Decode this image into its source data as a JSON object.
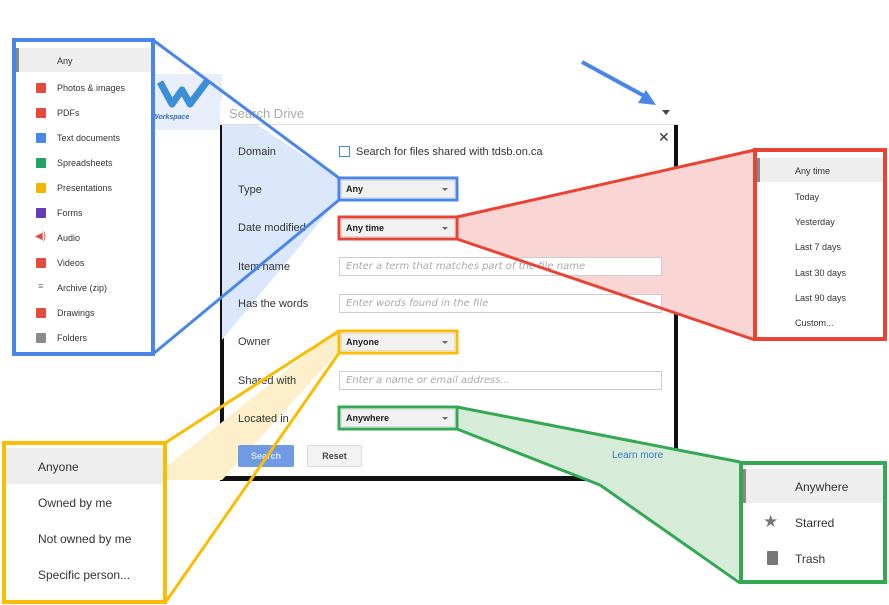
{
  "logo": {
    "text": "Workspace"
  },
  "search_bar": {
    "placeholder": "Search Drive"
  },
  "dialog": {
    "close_label": "✕",
    "domain": {
      "label": "Domain",
      "checkbox_label": "Search for files shared with tdsb.on.ca",
      "checked": false
    },
    "type": {
      "label": "Type",
      "value": "Any"
    },
    "date_modified": {
      "label": "Date modified",
      "value": "Any time"
    },
    "item_name": {
      "label": "Item name",
      "placeholder": "Enter a term that matches part of the file name"
    },
    "has_words": {
      "label": "Has the words",
      "placeholder": "Enter words found in the file"
    },
    "owner": {
      "label": "Owner",
      "value": "Anyone"
    },
    "shared_with": {
      "label": "Shared with",
      "placeholder": "Enter a name or email address..."
    },
    "located_in": {
      "label": "Located in",
      "value": "Anywhere"
    },
    "search_button": "Search",
    "reset_button": "Reset",
    "learn_more": "Learn more"
  },
  "type_menu": {
    "color": "#4a86e8",
    "items": [
      {
        "label": "Any",
        "icon": "none",
        "selected": true
      },
      {
        "label": "Photos & images",
        "icon": "image-icon",
        "color": "#e4493c"
      },
      {
        "label": "PDFs",
        "icon": "pdf-icon",
        "color": "#e4493c"
      },
      {
        "label": "Text documents",
        "icon": "document-icon",
        "color": "#4a86e8"
      },
      {
        "label": "Spreadsheets",
        "icon": "spreadsheet-icon",
        "color": "#20a463"
      },
      {
        "label": "Presentations",
        "icon": "presentation-icon",
        "color": "#f5b400"
      },
      {
        "label": "Forms",
        "icon": "forms-icon",
        "color": "#673ab7"
      },
      {
        "label": "Audio",
        "icon": "audio-icon",
        "color": "#e4493c"
      },
      {
        "label": "Videos",
        "icon": "video-icon",
        "color": "#e4493c"
      },
      {
        "label": "Archive (zip)",
        "icon": "archive-icon",
        "color": "#777777"
      },
      {
        "label": "Drawings",
        "icon": "drawing-icon",
        "color": "#e4493c"
      },
      {
        "label": "Folders",
        "icon": "folder-icon",
        "color": "#8a8a8a"
      }
    ]
  },
  "date_menu": {
    "color": "#e94335",
    "items": [
      {
        "label": "Any time",
        "selected": true
      },
      {
        "label": "Today"
      },
      {
        "label": "Yesterday"
      },
      {
        "label": "Last 7 days"
      },
      {
        "label": "Last 30 days"
      },
      {
        "label": "Last 90 days"
      },
      {
        "label": "Custom..."
      }
    ]
  },
  "owner_menu": {
    "color": "#fbbc04",
    "items": [
      {
        "label": "Anyone",
        "selected": true
      },
      {
        "label": "Owned by me"
      },
      {
        "label": "Not owned by me"
      },
      {
        "label": "Specific person..."
      }
    ]
  },
  "location_menu": {
    "color": "#34a853",
    "items": [
      {
        "label": "Anywhere",
        "icon": "none",
        "selected": true
      },
      {
        "label": "Starred",
        "icon": "star-icon"
      },
      {
        "label": "Trash",
        "icon": "trash-icon"
      }
    ]
  }
}
